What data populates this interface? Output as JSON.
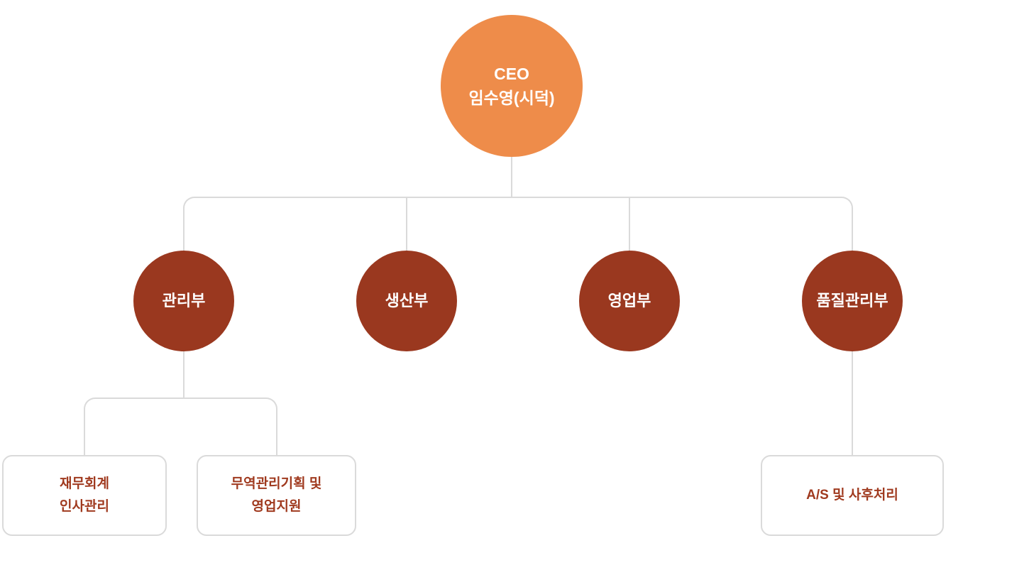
{
  "colors": {
    "background": "#ffffff",
    "ceo_circle": "#ee8c4a",
    "dept_circle": "#9a381f",
    "node_text": "#ffffff",
    "box_text": "#a03a1f",
    "line": "#dadada"
  },
  "root": {
    "title": "CEO",
    "name": "임수영(시덕)"
  },
  "departments": [
    {
      "label": "관리부"
    },
    {
      "label": "생산부"
    },
    {
      "label": "영업부"
    },
    {
      "label": "품질관리부"
    }
  ],
  "sub_units": [
    {
      "parent": "관리부",
      "lines": [
        "재무회계",
        "인사관리"
      ]
    },
    {
      "parent": "관리부",
      "lines": [
        "무역관리기획 및",
        "영업지원"
      ]
    },
    {
      "parent": "품질관리부",
      "lines": [
        "A/S 및 사후처리"
      ]
    }
  ]
}
